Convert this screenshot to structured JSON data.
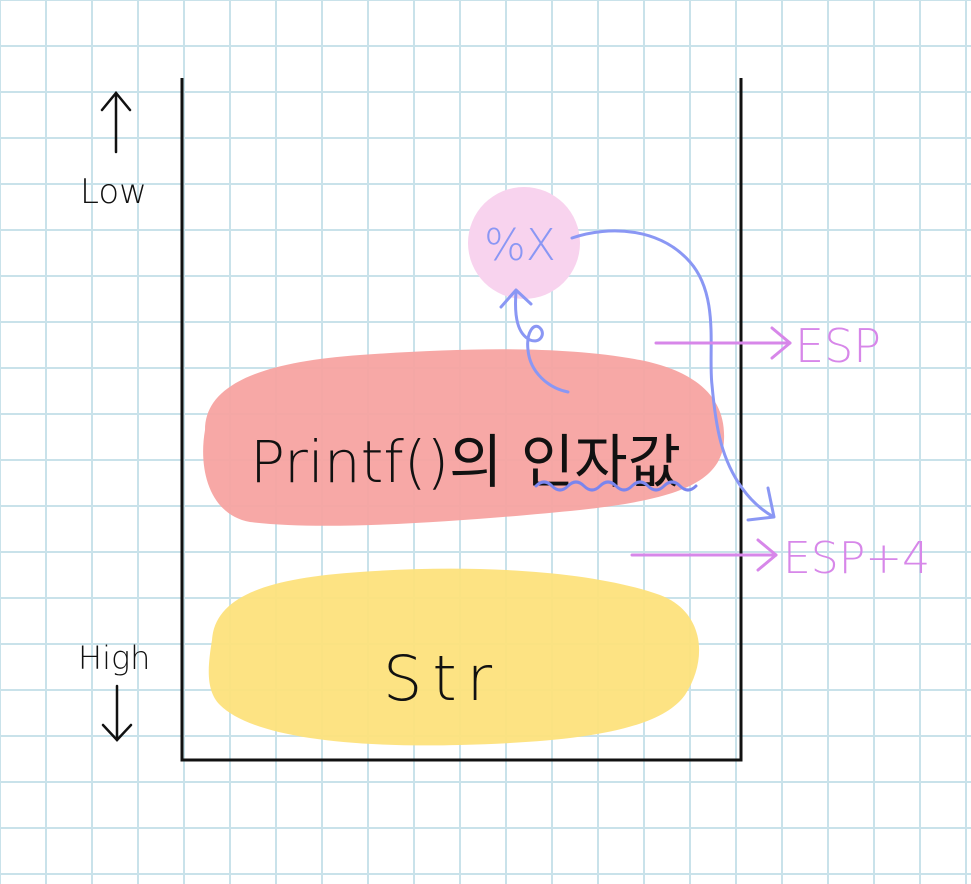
{
  "labels": {
    "low": "Low",
    "high": "High",
    "printf_args": "Printf()의 인자값",
    "str": "Str",
    "format_spec": "%X",
    "esp": "ESP",
    "esp_plus_4": "ESP+4"
  },
  "colors": {
    "grid": "#c9e2ea",
    "stack_outline": "#111111",
    "printf_block": "#f7a3a1",
    "str_block": "#fde27c",
    "format_bubble": "#f8d3ee",
    "blue_arrow": "#8a97f4",
    "esp_label": "#d787e9",
    "squiggle": "#7a85ee",
    "ink": "#111111"
  },
  "icons": {
    "up_arrow": "up-arrow-icon",
    "down_arrow": "down-arrow-icon"
  }
}
